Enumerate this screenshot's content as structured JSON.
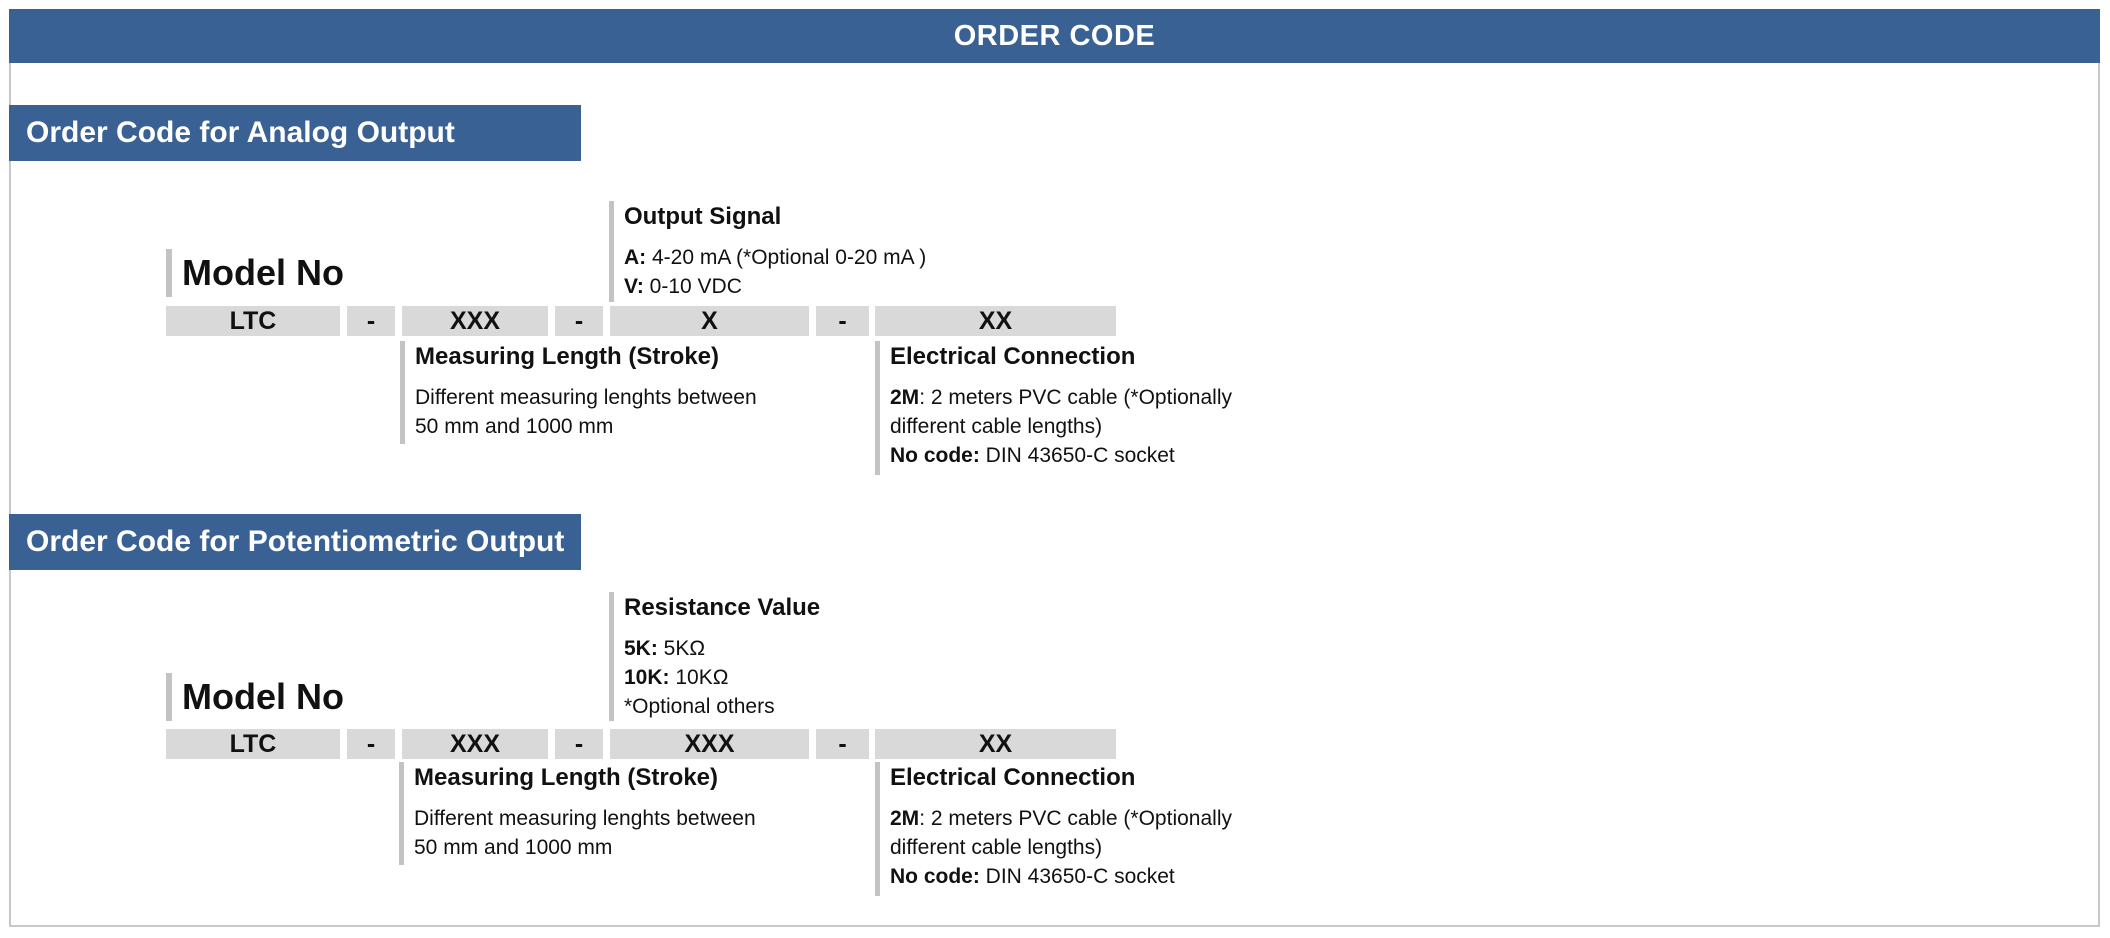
{
  "header": {
    "title": "ORDER CODE"
  },
  "sections": [
    {
      "title": "Order Code for Analog Output",
      "model_label": "Model No",
      "codes": [
        "LTC",
        "-",
        "XXX",
        "-",
        "X",
        "-",
        "XX"
      ],
      "top_block": {
        "title": "Output Signal",
        "lines": [
          {
            "key": "A:",
            "text": " 4-20 mA  (*Optional 0-20 mA )"
          },
          {
            "key": "V:",
            "text": " 0-10 VDC"
          }
        ]
      },
      "length_block": {
        "title": "Measuring Length (Stroke)",
        "lines": [
          {
            "key": "",
            "text": "Different measuring lenghts between"
          },
          {
            "key": "",
            "text": "50 mm and 1000 mm"
          }
        ]
      },
      "connection_block": {
        "title": "Electrical Connection",
        "lines": [
          {
            "key": "2M",
            "text": ": 2 meters PVC cable (*Optionally"
          },
          {
            "key": "",
            "text": "different cable lengths)"
          },
          {
            "key": "No code:",
            "text": " DIN 43650-C socket"
          }
        ]
      }
    },
    {
      "title": "Order Code for Potentiometric Output",
      "model_label": "Model No",
      "codes": [
        "LTC",
        "-",
        "XXX",
        "-",
        "XXX",
        "-",
        "XX"
      ],
      "top_block": {
        "title": "Resistance Value",
        "lines": [
          {
            "key": "5K:",
            "text": " 5KΩ"
          },
          {
            "key": "10K:",
            "text": " 10KΩ"
          },
          {
            "key": "",
            "text": "*Optional others"
          }
        ]
      },
      "length_block": {
        "title": "Measuring Length (Stroke)",
        "lines": [
          {
            "key": "",
            "text": "Different measuring lenghts between"
          },
          {
            "key": "",
            "text": "50 mm and 1000 mm"
          }
        ]
      },
      "connection_block": {
        "title": "Electrical Connection",
        "lines": [
          {
            "key": "2M",
            "text": ": 2 meters PVC cable (*Optionally"
          },
          {
            "key": "",
            "text": "different cable lengths)"
          },
          {
            "key": "No code:",
            "text": " DIN 43650-C socket"
          }
        ]
      }
    }
  ]
}
